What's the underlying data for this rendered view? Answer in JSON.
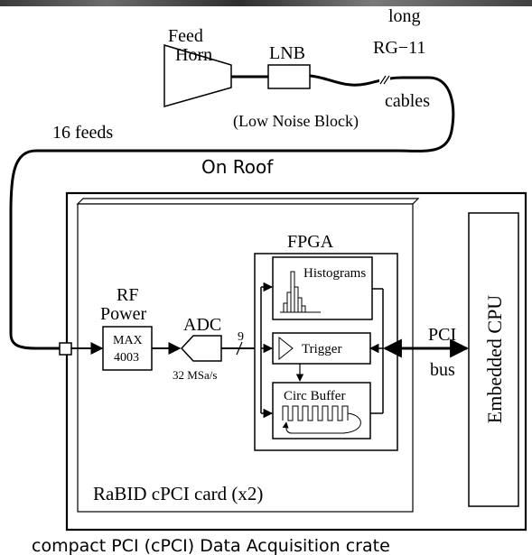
{
  "roof": {
    "feed_horn_line1": "Feed",
    "feed_horn_line2": "Horn",
    "lnb": "LNB",
    "lnb_caption": "(Low Noise Block)",
    "long": "long",
    "rg11": "RG−11",
    "cables": "cables",
    "feeds": "16 feeds",
    "on_roof": "On Roof"
  },
  "card": {
    "rf_line1": "RF",
    "rf_line2": "Power",
    "max_line1": "MAX",
    "max_line2": "4003",
    "adc": "ADC",
    "adc_rate": "32 MSa/s",
    "bus_width": "9",
    "fpga": "FPGA",
    "histograms": "Histograms",
    "trigger": "Trigger",
    "circ_buffer": "Circ Buffer",
    "card_label": "RaBID cPCI card (x2)"
  },
  "crate": {
    "pci": "PCI",
    "bus": "bus",
    "cpu": "Embedded CPU",
    "caption": "compact PCI (cPCI) Data Acquisition crate"
  }
}
